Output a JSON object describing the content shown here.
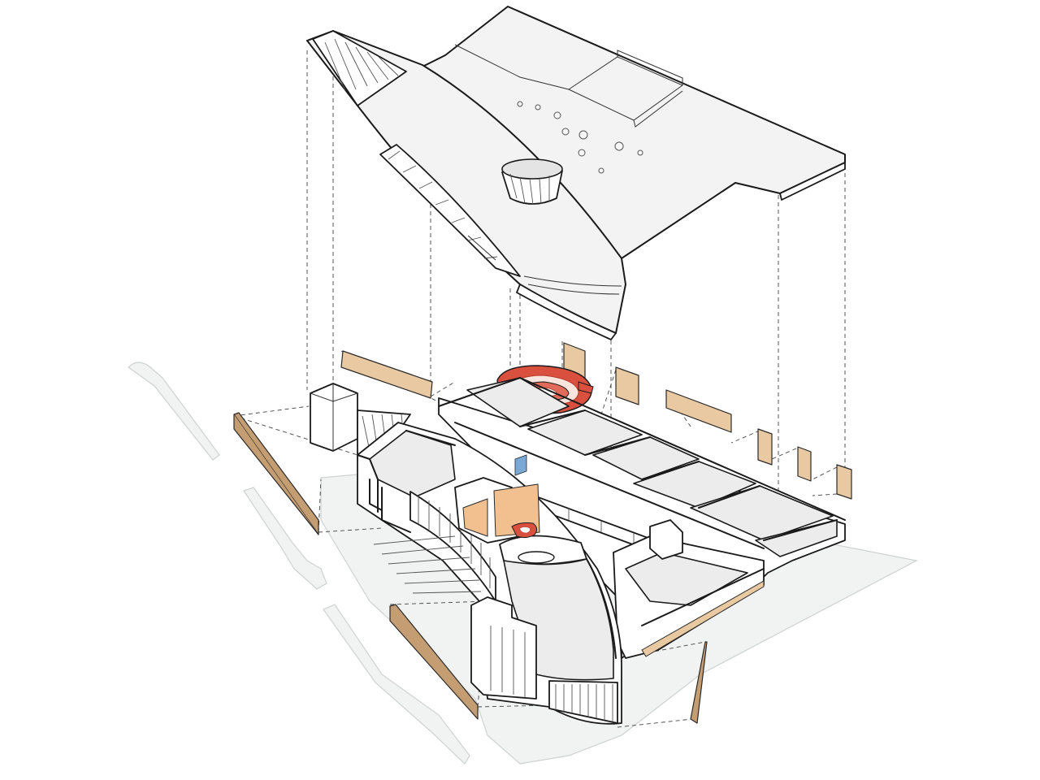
{
  "colors": {
    "background": "#ffffff",
    "linework": "#1a1a1a",
    "roof_fill": "#f3f3f3",
    "floor_fill": "#ececec",
    "site_fill": "#f1f2f2",
    "light_timber": "#e9c9a2",
    "dark_timber": "#c49d73",
    "orange_panel": "#f2bf8f",
    "spiral_red": "#d9503f",
    "glass_blue": "#7aa9d6"
  },
  "icons": {
    "roof": "roof-canopy-shape",
    "skylight": "skylight-drum-shape",
    "stair": "spiral-stair-shape",
    "panels": "timber-panel-shape",
    "site": "site-paving-shape"
  }
}
